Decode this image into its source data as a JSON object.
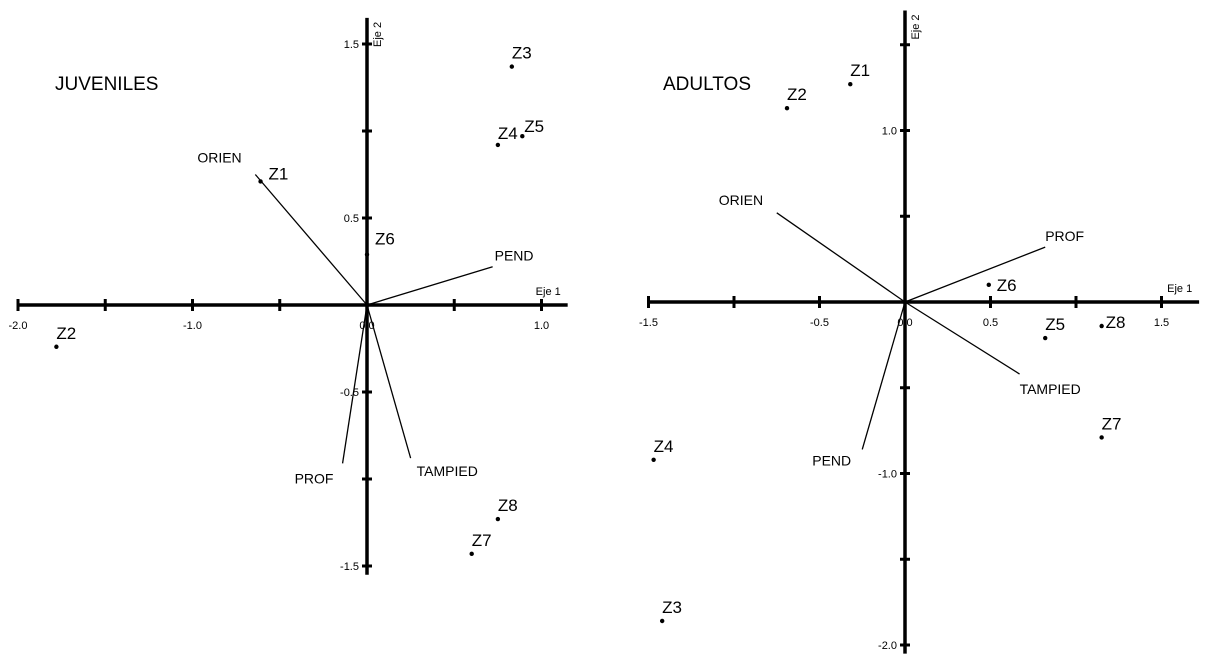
{
  "chart_data": [
    {
      "type": "scatter",
      "title": "JUVENILES",
      "xlabel": "Eje 1",
      "ylabel": "Eje 2",
      "xlim": [
        -2.0,
        1.15
      ],
      "ylim": [
        -1.55,
        1.65
      ],
      "xticks": [
        -2.0,
        -1.5,
        -1.0,
        -0.5,
        0.0,
        0.5,
        1.0
      ],
      "xtick_labels": [
        "-2.0",
        "",
        "-1.0",
        "",
        "0.0",
        "",
        "1.0"
      ],
      "yticks": [
        -1.5,
        -1.0,
        -0.5,
        0.5,
        1.0,
        1.5
      ],
      "ytick_labels": [
        "-1.5",
        "",
        "-0.5",
        "0.5",
        "",
        "1.5"
      ],
      "points": [
        {
          "label": "Z1",
          "x": -0.61,
          "y": 0.71
        },
        {
          "label": "Z2",
          "x": -1.78,
          "y": -0.24
        },
        {
          "label": "Z3",
          "x": 0.83,
          "y": 1.37
        },
        {
          "label": "Z4",
          "x": 0.75,
          "y": 0.92
        },
        {
          "label": "Z5",
          "x": 0.89,
          "y": 0.97
        },
        {
          "label": "Z6",
          "x": 0.0,
          "y": 0.29
        },
        {
          "label": "Z7",
          "x": 0.6,
          "y": -1.43
        },
        {
          "label": "Z8",
          "x": 0.75,
          "y": -1.23
        }
      ],
      "vectors": [
        {
          "label": "ORIEN",
          "x": -0.64,
          "y": 0.75
        },
        {
          "label": "PEND",
          "x": 0.72,
          "y": 0.22
        },
        {
          "label": "PROF",
          "x": -0.14,
          "y": -0.91
        },
        {
          "label": "TAMPIED",
          "x": 0.25,
          "y": -0.88
        }
      ]
    },
    {
      "type": "scatter",
      "title": "ADULTOS",
      "xlabel": "Eje 1",
      "ylabel": "Eje 2",
      "xlim": [
        -1.5,
        1.72
      ],
      "ylim": [
        -2.05,
        1.7
      ],
      "xticks": [
        -1.5,
        -1.0,
        -0.5,
        0.0,
        0.5,
        1.0,
        1.5
      ],
      "xtick_labels": [
        "-1.5",
        "",
        "-0.5",
        "0.0",
        "0.5",
        "",
        "1.5"
      ],
      "yticks": [
        -2.0,
        -1.5,
        -1.0,
        -0.5,
        0.5,
        1.0,
        1.5
      ],
      "ytick_labels": [
        "-2.0",
        "",
        "-1.0",
        "",
        "",
        "1.0",
        ""
      ],
      "points": [
        {
          "label": "Z1",
          "x": -0.32,
          "y": 1.27
        },
        {
          "label": "Z2",
          "x": -0.69,
          "y": 1.13
        },
        {
          "label": "Z3",
          "x": -1.42,
          "y": -1.86
        },
        {
          "label": "Z4",
          "x": -1.47,
          "y": -0.92
        },
        {
          "label": "Z5",
          "x": 0.82,
          "y": -0.21
        },
        {
          "label": "Z6",
          "x": 0.49,
          "y": 0.1
        },
        {
          "label": "Z7",
          "x": 1.15,
          "y": -0.79
        },
        {
          "label": "Z8",
          "x": 1.15,
          "y": -0.14
        }
      ],
      "vectors": [
        {
          "label": "ORIEN",
          "x": -0.75,
          "y": 0.52
        },
        {
          "label": "PROF",
          "x": 0.82,
          "y": 0.32
        },
        {
          "label": "TAMPIED",
          "x": 0.67,
          "y": -0.42
        },
        {
          "label": "PEND",
          "x": -0.25,
          "y": -0.86
        }
      ]
    }
  ]
}
